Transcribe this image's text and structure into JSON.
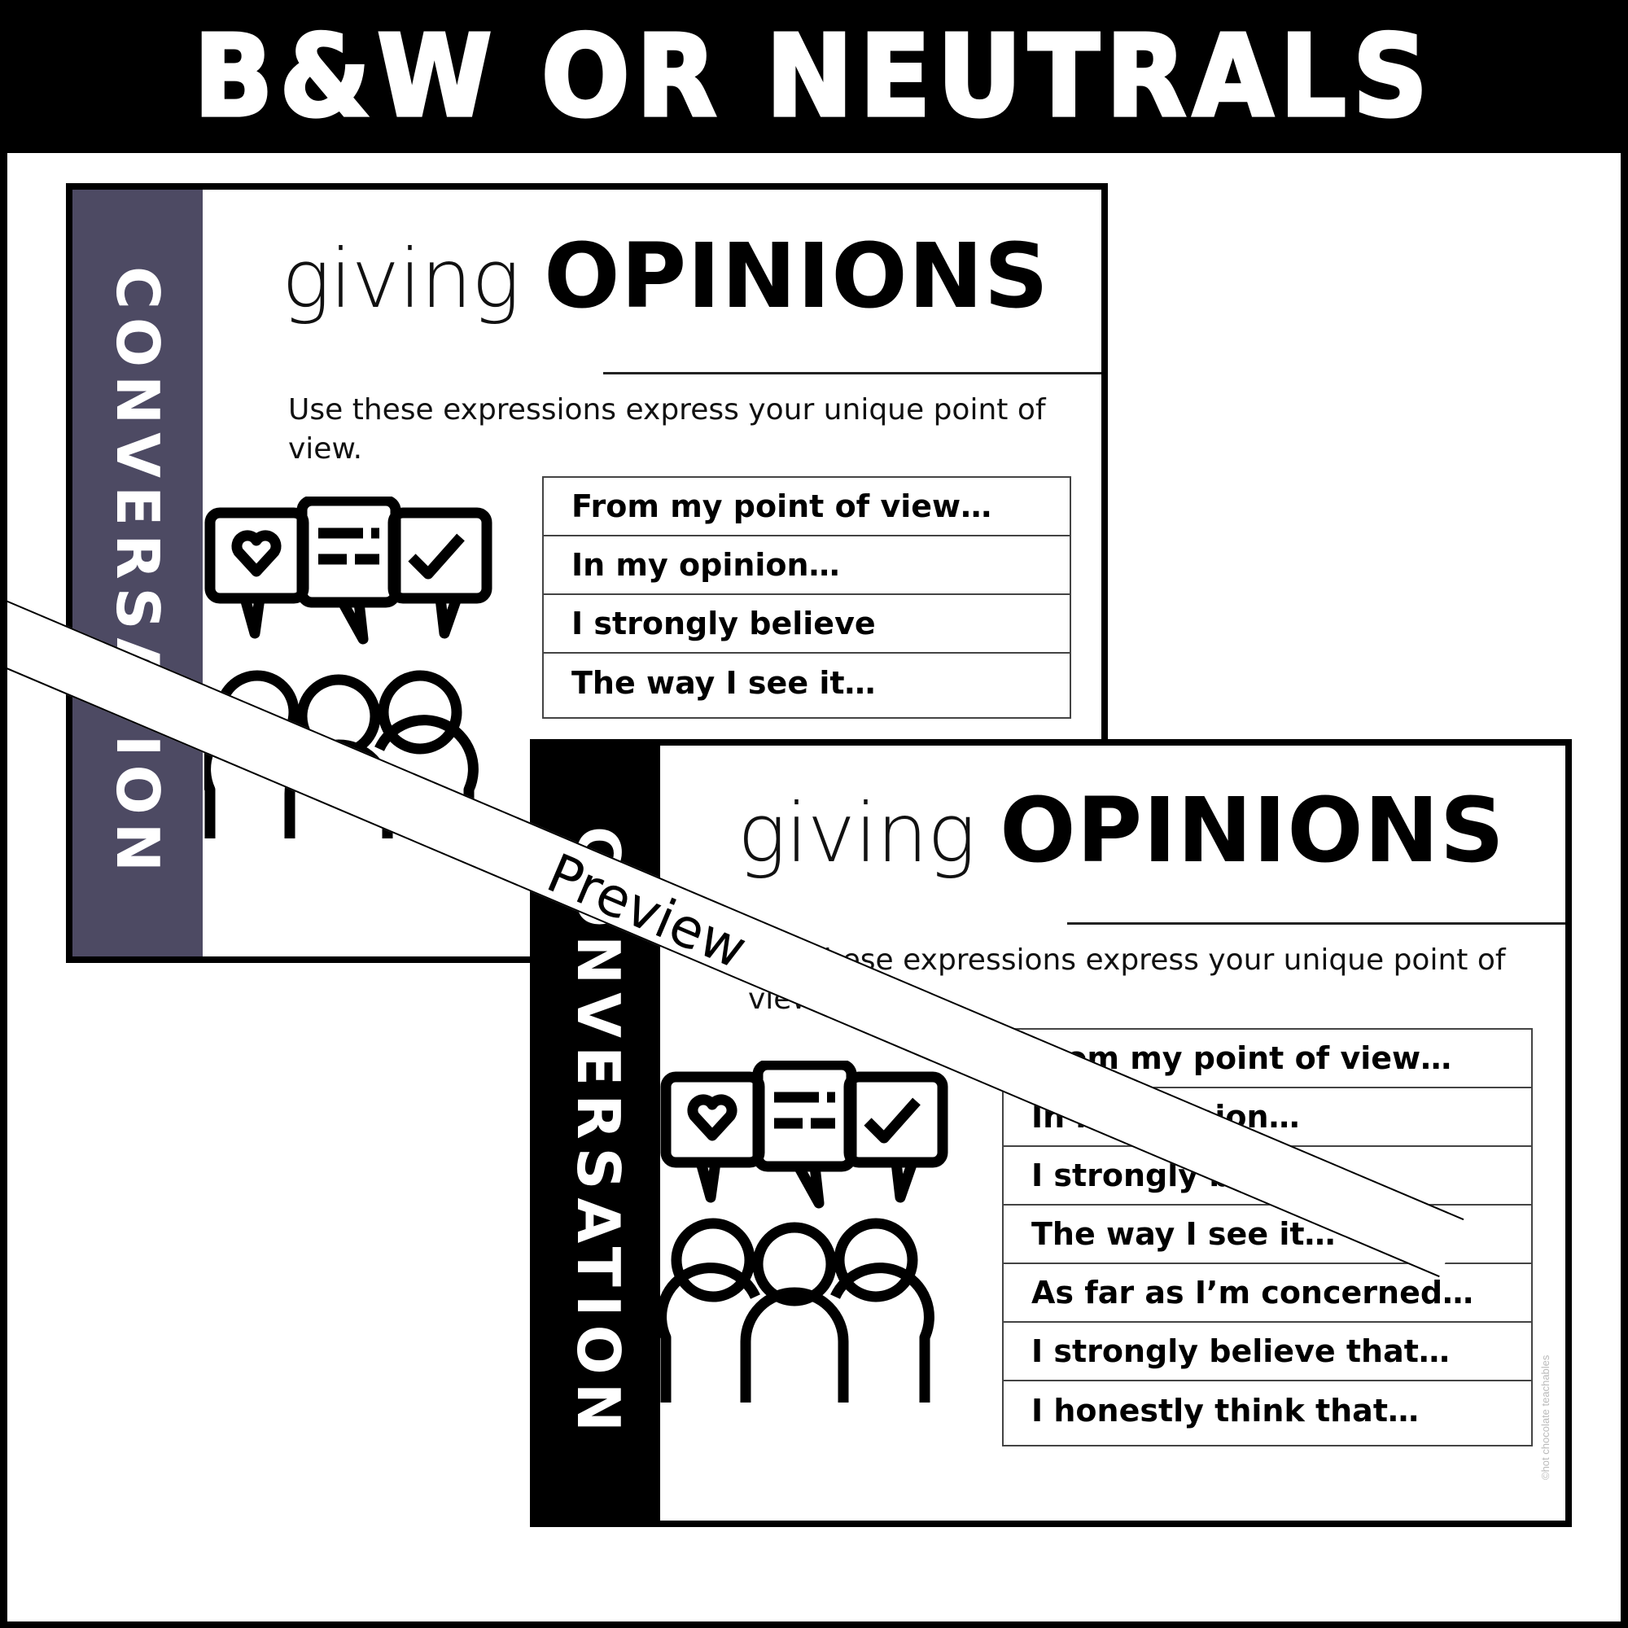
{
  "header": {
    "title": "B&W OR NEUTRALS"
  },
  "colors": {
    "header_bg": "#000000",
    "back_card_sidebar": "#4d4a63",
    "front_card_sidebar": "#000000",
    "text": "#000000"
  },
  "back_card": {
    "sidebar_label": "CONVERSATION",
    "title_light": "giving",
    "title_bold": "OPINIONS",
    "intro": "Use these expressions express your unique point of view.",
    "phrases": [
      "From my point of view…",
      "In my opinion…",
      "I strongly believe",
      "The way I see it…"
    ]
  },
  "front_card": {
    "sidebar_label": "CONVERSATION",
    "title_light": "giving",
    "title_bold": "OPINIONS",
    "intro": "Use these expressions express your unique point of view.",
    "phrases": [
      "From my point of view…",
      "In my opinion…",
      "I strongly believe",
      "The way I see it…",
      "As far as I’m concerned…",
      "I strongly believe that…",
      "I honestly think that…"
    ],
    "copyright": "©hot chocolate teachables"
  },
  "ribbon": {
    "label": "Preview"
  },
  "icons": {
    "speech": [
      "heart-icon",
      "text-lines-icon",
      "checkmark-icon"
    ],
    "people": "group-of-people-icon"
  }
}
